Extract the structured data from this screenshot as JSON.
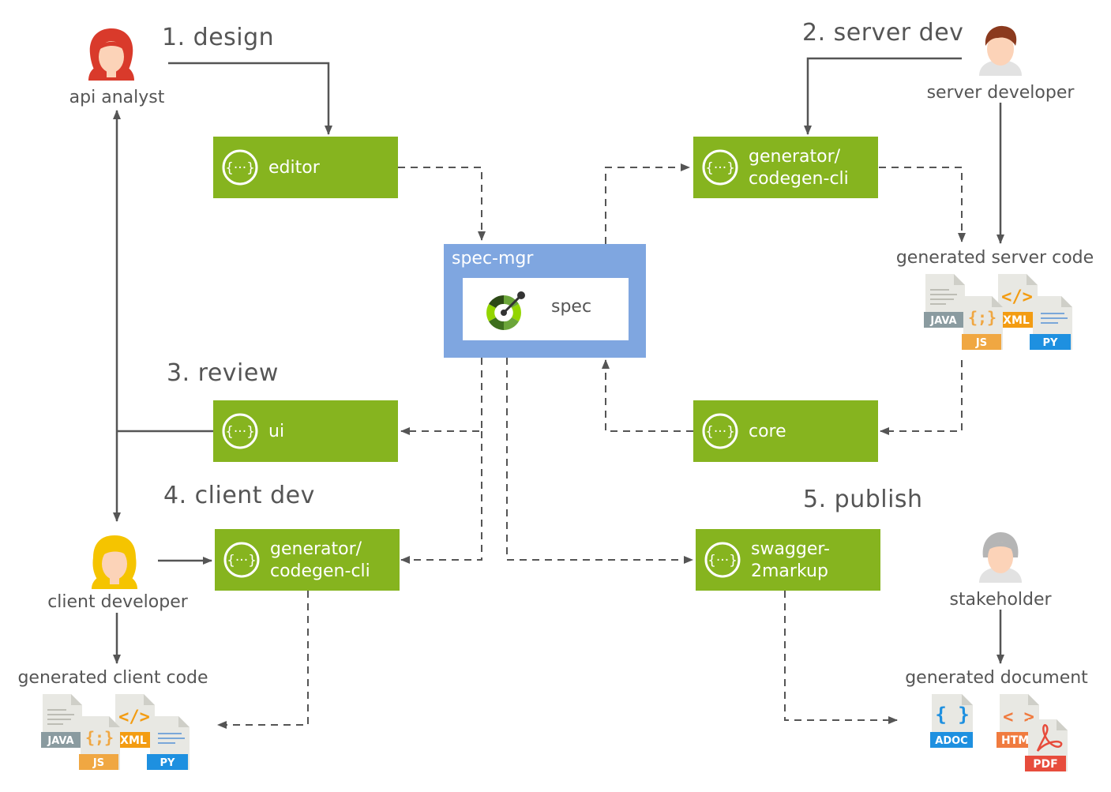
{
  "steps": {
    "design": "1. design",
    "server_dev": "2. server dev",
    "review": "3. review",
    "client_dev": "4. client dev",
    "publish": "5. publish"
  },
  "roles": {
    "api_analyst": "api analyst",
    "server_developer": "server developer",
    "client_developer": "client developer",
    "stakeholder": "stakeholder"
  },
  "outputs": {
    "server_code": "generated server code",
    "client_code": "generated client code",
    "document": "generated document"
  },
  "boxes": {
    "editor": [
      "editor"
    ],
    "generator_server": [
      "generator/",
      "codegen-cli"
    ],
    "ui": [
      "ui"
    ],
    "core": [
      "core"
    ],
    "generator_client": [
      "generator/",
      "codegen-cli"
    ],
    "swagger2markup": [
      "swagger-",
      "2markup"
    ]
  },
  "spec_mgr": {
    "title": "spec-mgr",
    "spec": "spec"
  },
  "file_tags": {
    "java": "JAVA",
    "js": "JS",
    "xml": "XML",
    "py": "PY",
    "adoc": "ADOC",
    "html": "HTML",
    "pdf": "PDF"
  },
  "colors": {
    "box_green": "#86b41f",
    "spec_blue": "#7fa6e0",
    "arrow": "#555555",
    "java": "#8a9ba0",
    "js": "#f0a742",
    "xml": "#f39c12",
    "py": "#1e90e0",
    "adoc": "#1e90e0",
    "html": "#f07b3f",
    "pdf": "#e74c3c"
  },
  "icons": {
    "box_icon": "swagger-braces-icon",
    "spec_icon": "openapi-logo-icon"
  }
}
